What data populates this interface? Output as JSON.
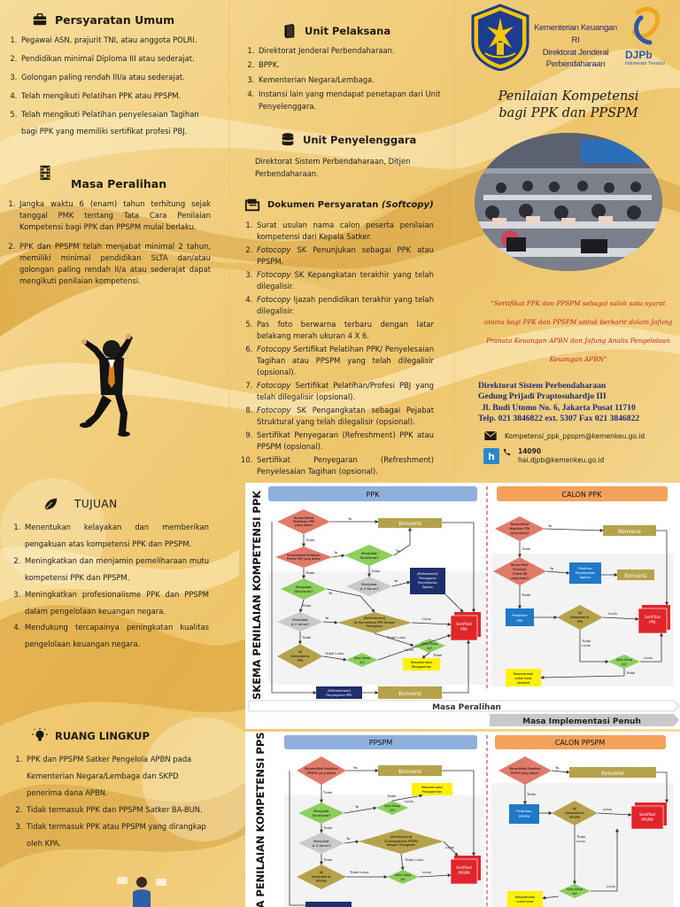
{
  "colors": {
    "gold": "#f2ce7a",
    "dark_brown": "#1e1a14",
    "navy_text": "#1f2a78",
    "quote_red": "#c0231b",
    "djpb_blue": "#2f56a8",
    "flow_red_diamond": "#e07a6a",
    "flow_green_diamond": "#8ccf5c",
    "flow_olive_box": "#b5a24a",
    "flow_navy_box": "#1f2f6e",
    "flow_blue_box": "#1f78c8",
    "flow_red_cert": "#e0262a",
    "flow_yellow_box": "#fff200",
    "flow_header_blue": "#8fb0dd",
    "flow_header_orange": "#f4a259"
  },
  "persyaratan_umum": {
    "title": "Persyaratan Umum",
    "icon": "briefcase-icon",
    "items": [
      "Pegawai ASN, prajurit TNI, atau anggota POLRI.",
      "Pendidikan minimal Diploma III atau sederajat.",
      "Golongan paling rendah III/a atau sederajat.",
      "Telah mengikuti Pelatihan PPK atau PPSPM.",
      "Telah mengikuti Pelatihan penyelesaian Tagihan bagi PPK yang memiliki sertifikat profesi PBJ."
    ]
  },
  "masa_peralihan": {
    "title": "Masa Peralihan",
    "icon": "film-strip-icon",
    "items": [
      "Jangka waktu 6 (enam) tahun terhitung sejak tanggal PMK tentang Tata Cara Penilaian Kompetensi bagi PPK dan PPSPM mulai berlaku.",
      "PPK dan PPSPM telah menjabat minimal 2 tahun, memiliki minimal pendidikan SLTA dan/atau golongan paling rendah II/a atau sederajat dapat mengikuti penilaian kompetensi."
    ]
  },
  "unit_pelaksana": {
    "title": "Unit Pelaksana",
    "icon": "book-icon",
    "items": [
      "Direktorat Jenderal Perbendaharaan.",
      "BPPK.",
      "Kementerian Negara/Lembaga.",
      "Instansi lain yang mendapat penetapan dari Unit Penyelenggara."
    ]
  },
  "unit_penyelenggara": {
    "title": "Unit Penyelenggara",
    "icon": "database-icon",
    "text": "Direktorat Sistem Perbendaharaan, Ditjen Perbendaharaan."
  },
  "dokumen_persyaratan": {
    "title": "Dokumen Persyaratan",
    "title_suffix": "(Softcopy)",
    "icon": "folder-icon",
    "items": [
      {
        "em": "",
        "text": "Surat usulan nama calon peserta penilaian kompetensi dari Kepala Satker."
      },
      {
        "em": "Fotocopy",
        "text": " SK Penunjukan sebagai PPK atau PPSPM."
      },
      {
        "em": "Fotocopy",
        "text": " SK Kepangkatan terakhir yang telah dilegalisir."
      },
      {
        "em": "Fotocopy",
        "text": " Ijazah pendidikan terakhir yang telah dilegalisir."
      },
      {
        "em": "",
        "text": "Pas foto berwarna terbaru dengan latar belakang merah ukuran 4 X 6."
      },
      {
        "em": "Fotocopy",
        "text": " Sertifikat Pelatihan PPK/ Penyelesaian Tagihan atau PPSPM yang telah dilegalisir (opsional)."
      },
      {
        "em": "Fotocopy",
        "text": " Sertifikat Pelatihan/Profesi PBJ yang telah dilegalisir (opsional)."
      },
      {
        "em": "Fotocopy",
        "text": " SK Pengangkatan sebagai Pejabat Struktural yang telah dilegalisir (opsional)."
      },
      {
        "em": "",
        "text": "Sertifikat Penyegaran (Refreshment) PPK atau PPSPM (opsional)."
      },
      {
        "em": "",
        "text": "Sertifikat Penyegaran (Refreshment) Penyelesaian Tagihan (opsional)."
      }
    ]
  },
  "branding": {
    "kemenkeu_line1": "Kementerian Keuangan RI",
    "kemenkeu_line2": "Direktorat Jenderal Perbendaharaan",
    "djpb_name": "DJPb",
    "djpb_sub": "Indonesian Treasury"
  },
  "title": {
    "line1": "Penilaian Kompetensi",
    "line2": "bagi PPK dan PPSPM"
  },
  "quote": "\"Sertifikat PPK dan PPSPM sebagai salah satu syarat utama bagi PPK dan PPSPM untuk berkarir dalam Jafung Pranata Keuangan APBN dan Jafung Analis Pengelolaan Keuangan APBN\"",
  "address": {
    "line1": "Direktorat Sistem Perbendaharaan",
    "line2": "Gedung Prijadi Praptosuhardjo III",
    "line3": "Jl. Budi Utomo No. 6, Jakarta Pusat 11710",
    "line4": "Telp. 021 3846822 ext. 5307  Fax 021 3846822"
  },
  "contact": {
    "email": "Kompetensi_ppk_ppspm@kemenkeu.go.id",
    "phone": "14090",
    "helpdesk": "hai.djpb@kemenkeu.go.id"
  },
  "tujuan": {
    "title": "TUJUAN",
    "icon": "leaf-icon",
    "items": [
      "Menentukan kelayakan dan memberikan pengakuan atas kompetensi PPK dan PPSPM.",
      "Meningkatkan dan menjamin pemeliharaan mutu kompetensi PPK dan PPSPM.",
      "Meningkatkan profesionalisme PPK dan PPSPM dalam pengelolaan keuangan negara.",
      "Mendukung tercapainya peningkatan kualitas pengelolaan keuangan negara."
    ]
  },
  "ruang_lingkup": {
    "title": "RUANG LINGKUP",
    "icon": "lightbulb-icon",
    "items": [
      "PPK dan PPSPM Satker Pengelola APBN pada Kementerian Negara/Lembaga dan SKPD penerima dana APBN.",
      "Tidak termasuk PPK dan PPSPM Satker BA-BUN.",
      "Tidak termasuk PPK atau PPSPM yang dirangkap oleh KPA."
    ]
  },
  "skema_ppk": {
    "side_title": "SKEMA PENILAIAN KOMPETENSI PPK",
    "header_left": "PPK",
    "header_right": "CALON PPK",
    "d1": [
      "Bersertifikat",
      "Pelatihan PPK",
      "yang diakui"
    ],
    "d2": [
      "Bersertifikat Pelatihan",
      "Profesi PBJ yang diakui"
    ],
    "d3": [
      "Menjabat",
      "Struktural?"
    ],
    "d4": [
      "Menjabat",
      "Struktural?"
    ],
    "d5": [
      "Menjabat",
      "≥ 2 tahun?"
    ],
    "d6": [
      "Menjabat",
      "≥ 2 tahun?"
    ],
    "d7": [
      "(Refreshment)",
      "Uji Kompetensi PPK dengan",
      "Penugasan"
    ],
    "d8": [
      "Uji",
      "Kompetensi",
      "PPK"
    ],
    "d9": [
      "Ujian Ulang",
      "2x?"
    ],
    "d10": [
      "Ujian Ulang",
      "2x?"
    ],
    "konversi": "Konversi",
    "refresh_tagihan": [
      "(Refreshment)",
      "Penyegaran",
      "Penyelesaian",
      "Tagihan"
    ],
    "refresh_ppk": [
      "(Refreshment)",
      "Penyegaran PPK"
    ],
    "rekomendasi": [
      "Rekomendasi",
      "Penggantian"
    ],
    "sertifikat": [
      "Sertifikat",
      "PPK"
    ],
    "masa_peralihan": "Masa Peralihan",
    "masa_implementasi": "Masa Implementasi Penuh",
    "cd1": [
      "Bersertifikat",
      "Pelatihan PPK",
      "yang diakui?"
    ],
    "cd2": [
      "Bersertifikat",
      "Pelatihan/",
      "Profesi PBJ",
      "yang diakui?"
    ],
    "pelatihan_tagihan": [
      "Pelatihan",
      "Penyelesaian",
      "Tagihan"
    ],
    "pelatihan_ppk": [
      "Pelatihan",
      "PPK"
    ],
    "cuji": [
      "Uji",
      "Kompetensi",
      "PPK"
    ],
    "cujian": [
      "Ujian Ulang",
      "2x?"
    ],
    "crek": [
      "Rekomendasi",
      "untuk tidak",
      "diangkat"
    ],
    "ya": "Ya",
    "tidak": "Tidak",
    "lulus": "Lulus",
    "tidak_lulus": "Tidak Lulus"
  },
  "skema_ppspm": {
    "side_title": "SKEMA PENILAIAN KOMPETENSI PPSPM",
    "header_left": "PPSPM",
    "header_right": "CALON PPSPM",
    "d1": [
      "Bersertifikat Pelatihan",
      "PPSPM yang diakui"
    ],
    "d2": [
      "Menjabat",
      "Struktural?"
    ],
    "d3": [
      "Menjabat",
      "≥ 2 tahun?"
    ],
    "d4": [
      "(Refreshment)",
      "Uji Kompetensi PPSPM",
      "dengan Penugasan"
    ],
    "d5": [
      "Uji",
      "Kompetensi",
      "PPSPM"
    ],
    "d6": [
      "Ujian Ulang",
      "2x?"
    ],
    "d7": [
      "Ujian Ulang",
      "2x?"
    ],
    "konversi": "Konversi",
    "rekomendasi": [
      "Rekomendasi",
      "Penggantian"
    ],
    "sertifikat": [
      "Sertifikat",
      "PPSPM"
    ],
    "cd1": [
      "Bersertifikat Pelatihan",
      "PPSPM yang diakui?"
    ],
    "pelatihan": [
      "Pelatihan",
      "PPSPM"
    ],
    "cuji": [
      "Uji",
      "Kompetensi",
      "PPSPM"
    ],
    "csert": [
      "Sertifikat",
      "PPSPM"
    ],
    "cujian": [
      "Ujian Ulang",
      "2x?"
    ],
    "crek": [
      "Rekomendasi",
      "untuk tidak"
    ],
    "ya": "Ya",
    "tidak": "Tidak",
    "lulus": "Lulus",
    "tidak_lulus": "Tidak Lulus"
  }
}
